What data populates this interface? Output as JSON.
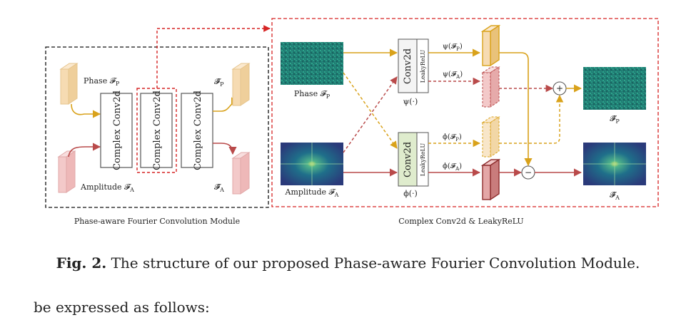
{
  "left_module": {
    "title": "Phase-aware Fourier Convolution Module",
    "phase_label": "Phase 𝓕",
    "phase_sub": "P",
    "amplitude_label": "Amplitude 𝓕",
    "amplitude_sub": "A",
    "out_phase_label": "𝓕̂",
    "out_phase_sub": "P",
    "out_amp_label": "𝓕̂",
    "out_amp_sub": "A",
    "blocks": [
      "Complex Conv2d",
      "Complex Conv2d",
      "Complex Conv2d"
    ]
  },
  "right_module": {
    "title": "Complex Conv2d & LeakyReLU",
    "phase_label": "Phase 𝓕",
    "phase_sub": "P",
    "amplitude_label": "Amplitude 𝓕",
    "amplitude_sub": "A",
    "conv_label": "Conv2d",
    "act_label": "LeakyReLU",
    "psi_label": "ψ(·)",
    "phi_label": "ϕ(·)",
    "psi_fp": "ψ(𝓕",
    "psi_fa": "ψ(𝓕",
    "phi_fp": "ϕ(𝓕",
    "phi_fa": "ϕ(𝓕",
    "sub_p": "P",
    "sub_a": "A",
    "close_paren": ")",
    "plus": "+",
    "minus": "−",
    "out_phase_label": "𝓕̂",
    "out_phase_sub": "P",
    "out_amp_label": "𝓕̂",
    "out_amp_sub": "A"
  },
  "caption": {
    "figure_number": "Fig. 2.",
    "text": " The structure of our proposed Phase-aware Fourier Convolution Module."
  },
  "body_text": "be expressed as follows:",
  "colors": {
    "phase": "#d9a21b",
    "amplitude": "#b94a4a",
    "dashed_frame": "#d62424",
    "phase_tile_fill": "#f6dbb2",
    "amp_tile_fill": "#f3c9c9"
  }
}
